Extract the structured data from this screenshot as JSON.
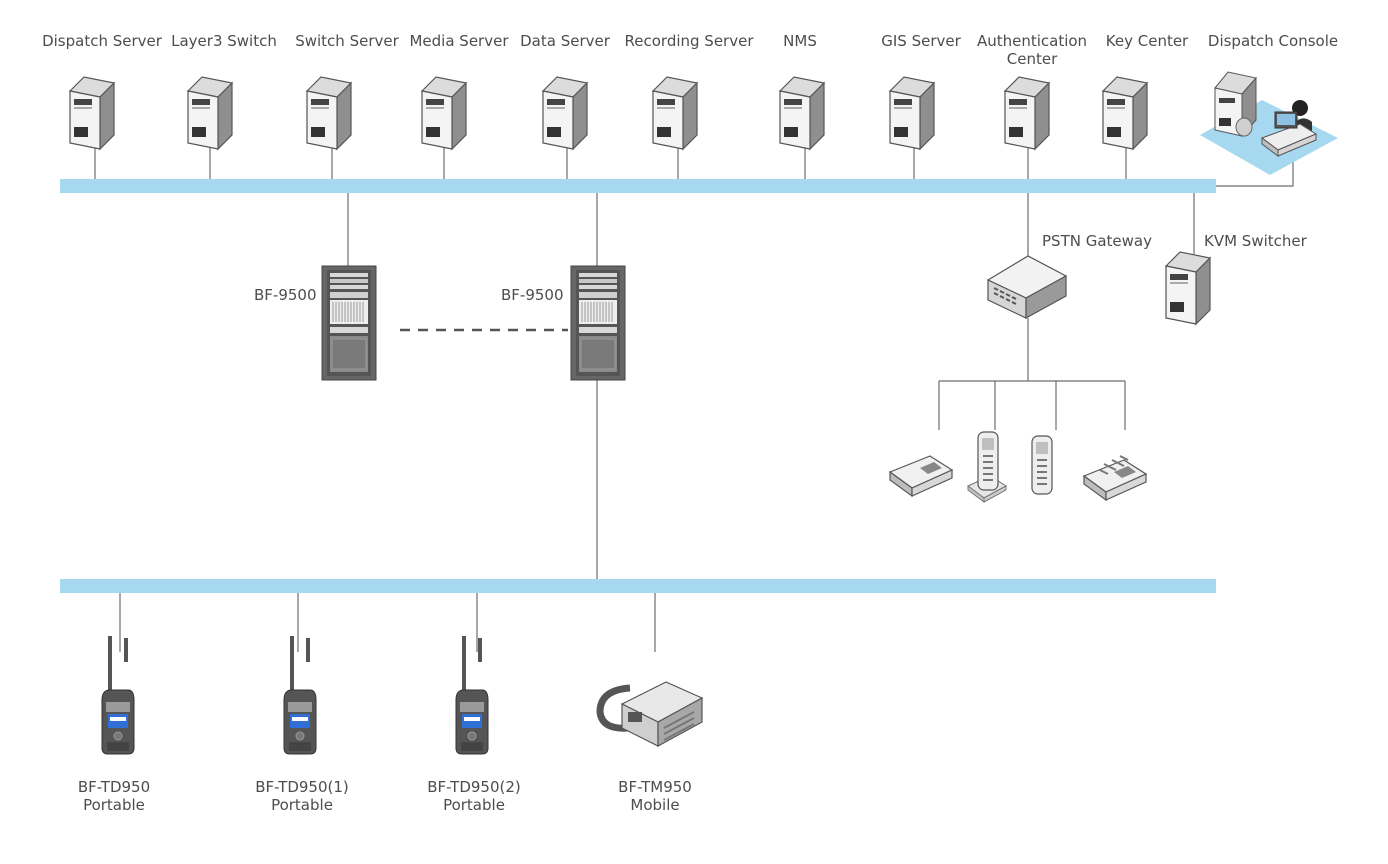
{
  "top_labels": {
    "dispatch_server": "Dispatch Server",
    "layer3_switch": "Layer3 Switch",
    "switch_server": "Switch Server",
    "media_server": "Media Server",
    "data_server": "Data Server",
    "recording_server": "Recording Server",
    "nms": "NMS",
    "gis_server": "GIS Server",
    "authentication_center": "Authentication\nCenter",
    "key_center": "Key Center",
    "dispatch_console": "Dispatch Console"
  },
  "middle_labels": {
    "bf9500_left": "BF-9500",
    "bf9500_right": "BF-9500",
    "pstn_gateway": "PSTN Gateway",
    "kvm_switcher": "KVM Switcher"
  },
  "bottom_labels": {
    "td950": "BF-TD950\nPortable",
    "td950_1": "BF-TD950(1)\nPortable",
    "td950_2": "BF-TD950(2)\nPortable",
    "tm950": "BF-TM950\nMobile"
  },
  "colors": {
    "bus": "#a6d9ef",
    "line": "#6e6e6e",
    "device_gray": "#8f8f8f",
    "console_platform": "#a6d9ef"
  },
  "icons": {
    "server": "server-tower-icon",
    "rack": "rack-cabinet-icon",
    "gateway": "network-gateway-icon",
    "phone": "telephone-icon",
    "radio": "handheld-radio-icon",
    "mobile": "mobile-radio-icon",
    "console": "dispatch-console-icon"
  }
}
